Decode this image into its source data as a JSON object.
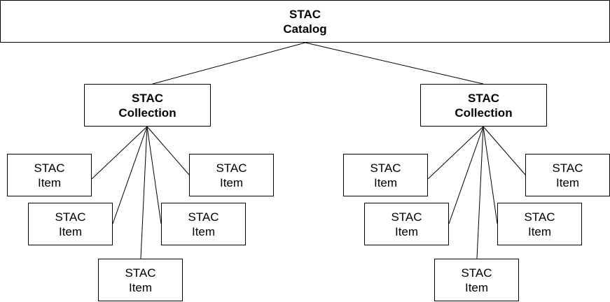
{
  "catalog": {
    "line1": "STAC",
    "line2": "Catalog"
  },
  "collections": [
    {
      "line1": "STAC",
      "line2": "Collection"
    },
    {
      "line1": "STAC",
      "line2": "Collection"
    }
  ],
  "items": [
    {
      "line1": "STAC",
      "line2": "Item"
    },
    {
      "line1": "STAC",
      "line2": "Item"
    },
    {
      "line1": "STAC",
      "line2": "Item"
    },
    {
      "line1": "STAC",
      "line2": "Item"
    },
    {
      "line1": "STAC",
      "line2": "Item"
    },
    {
      "line1": "STAC",
      "line2": "Item"
    },
    {
      "line1": "STAC",
      "line2": "Item"
    },
    {
      "line1": "STAC",
      "line2": "Item"
    },
    {
      "line1": "STAC",
      "line2": "Item"
    },
    {
      "line1": "STAC",
      "line2": "Item"
    }
  ],
  "colors": {
    "stroke": "#000000",
    "fill": "#ffffff",
    "text": "#000000"
  }
}
